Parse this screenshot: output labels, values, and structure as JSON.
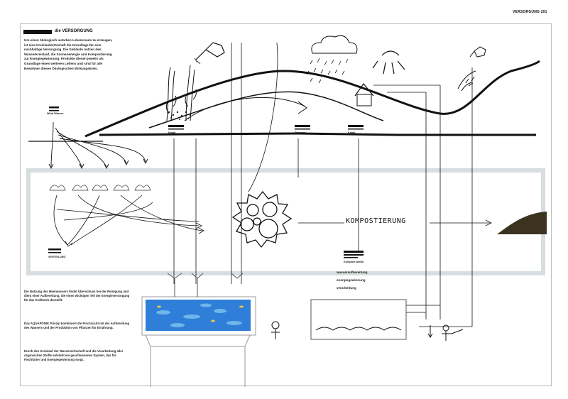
{
  "header": {
    "page_label": "VERSORGUNG 201",
    "title": "die VERSORGUNG"
  },
  "intro_paragraph": "Um einen ökologisch autarken Lebensraum zu erzeugen, ist eine Kreislaufwirtschaft die Grundlage für eine nachhaltige Versorgung. Die Gebäude nutzen den Wasserkreislauf, die Sonnenenergie und Kompostierung zur Energiegewinnung. Produkte dienen jeweils als Grundlage eines weiteren Lebens und sind für alle Bewohner diesen Ökologischen Wirkungskreis.",
  "labels": {
    "left_marker": "Wind Wasser",
    "ground_marker_1": "Kanal",
    "ground_marker_2": "Brunnen",
    "ground_marker_3": "Kanal",
    "kompost": "KOMPOSTIERUNG",
    "kompost_box": "Kompost Abfall",
    "gruppe_label": "VERTEILUNG",
    "process_1": "wasseraufbereitung",
    "process_2": "energiegewinnung",
    "process_3": "verarbeitung"
  },
  "bottom_text": {
    "p1": "Die Nutzung des Meerwassers findet Überschuss bei der Reinigung und dient einer Aufbereitung, die einen wichtigen Teil der Energieversorgung für das Kraftwerk darstellt.",
    "p2": "Das AQUAPONIK Prinzip kombiniert die Fischzucht mit der Aufbereitung des Wassers und der Produktion von Pflanzen für Ernährung.",
    "p3": "Durch den Kreislauf der Wasserwirtschaft und die Verarbeitung aller organischen Stoffe entsteht ein geschlossenes System, das für Fischfutter und Energiegewinnung sorgt."
  },
  "colors": {
    "ink": "#111111",
    "band": "#e6e9ea",
    "tank_blue": "#2f7fd8",
    "soil": "#3b3320"
  }
}
